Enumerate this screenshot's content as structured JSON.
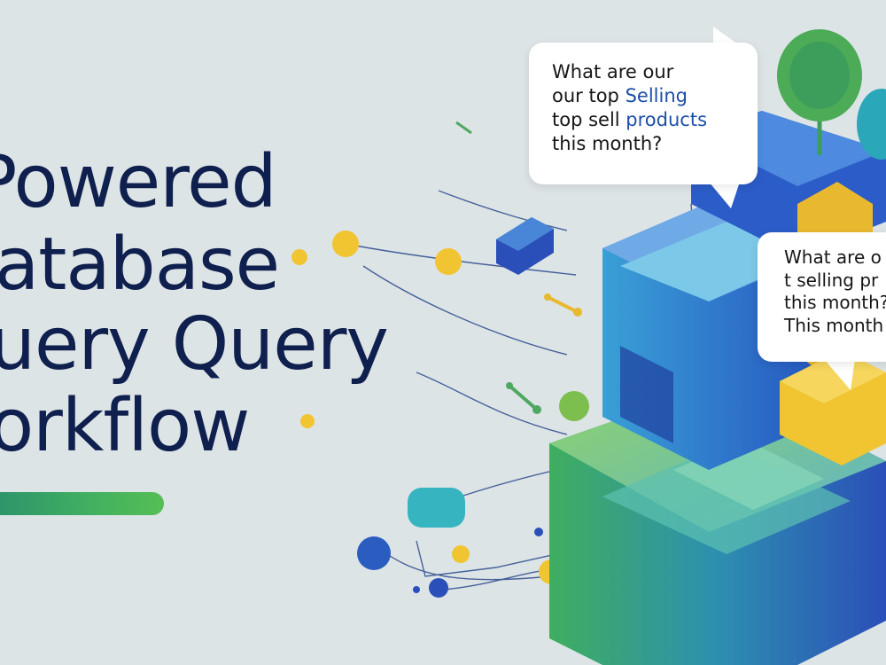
{
  "title_lines": [
    "Powered",
    "atabase",
    "uery Query",
    "orkflow"
  ],
  "bubble_1": {
    "line_1": "What are our",
    "line_2_plain": "our top ",
    "line_2_highlight": "Selling",
    "line_3_plain": "top sell ",
    "line_3_highlight": "products",
    "line_4": "this month?"
  },
  "bubble_2": {
    "line_1": "What are o",
    "line_2": "t selling pr",
    "line_3": "this month?",
    "line_4": "This month"
  },
  "colors": {
    "background": "#dde4e6",
    "title": "#0f1f4e",
    "blue": "#2b5cc0",
    "green": "#55b84f",
    "teal": "#36b5c1",
    "yellow": "#f1c531"
  }
}
